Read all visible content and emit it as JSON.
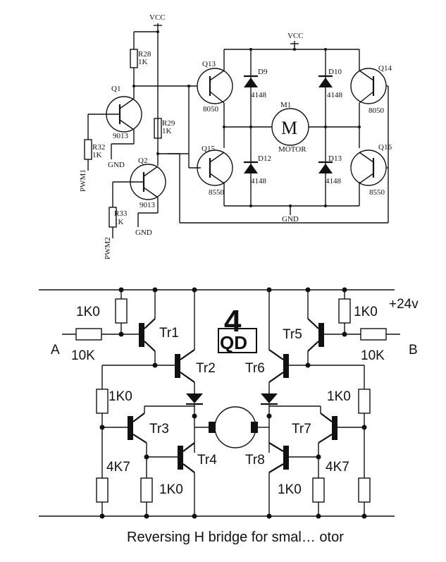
{
  "top_circuit": {
    "vcc_left": "VCC",
    "vcc_right": "VCC",
    "gnd_labels": [
      "GND",
      "GND",
      "GND"
    ],
    "r28": "R28",
    "r28_val": "1K",
    "r29": "R29",
    "r29_val": "1K",
    "r32": "R32",
    "r32_val": "1K",
    "r33": "R33",
    "r33_val": "1K",
    "q1": "Q1",
    "q1_type": "9013",
    "q2": "Q2",
    "q2_type": "9013",
    "q13": "Q13",
    "q13_type": "8050",
    "q14": "Q14",
    "q14_type": "8050",
    "q15": "Q15",
    "q15_type": "8550",
    "q16": "Q16",
    "q16_type": "8550",
    "d9": "D9",
    "d9_type": "4148",
    "d10": "D10",
    "d10_type": "4148",
    "d12": "D12",
    "d12_type": "4148",
    "d13": "D13",
    "d13_type": "4148",
    "m1": "M1",
    "motor_symbol": "M",
    "motor_label": "MOTOR",
    "pwm1": "PWM1",
    "pwm2": "PWM2"
  },
  "bottom_circuit": {
    "supply": "+24v",
    "input_a": "A",
    "input_b": "B",
    "r_top_left": "1K0",
    "r_top_right": "1K0",
    "r_in_left": "10K",
    "r_in_right": "10K",
    "r_mid_left": "1K0",
    "r_mid_right": "1K0",
    "r_low_left": "4K7",
    "r_low_right": "4K7",
    "r_bot_left": "1K0",
    "r_bot_right": "1K0",
    "tr1": "Tr1",
    "tr2": "Tr2",
    "tr3": "Tr3",
    "tr4": "Tr4",
    "tr5": "Tr5",
    "tr6": "Tr6",
    "tr7": "Tr7",
    "tr8": "Tr8",
    "logo_digit": "4",
    "logo_letters": "QD",
    "caption": "Reversing H bridge for smal… otor"
  }
}
